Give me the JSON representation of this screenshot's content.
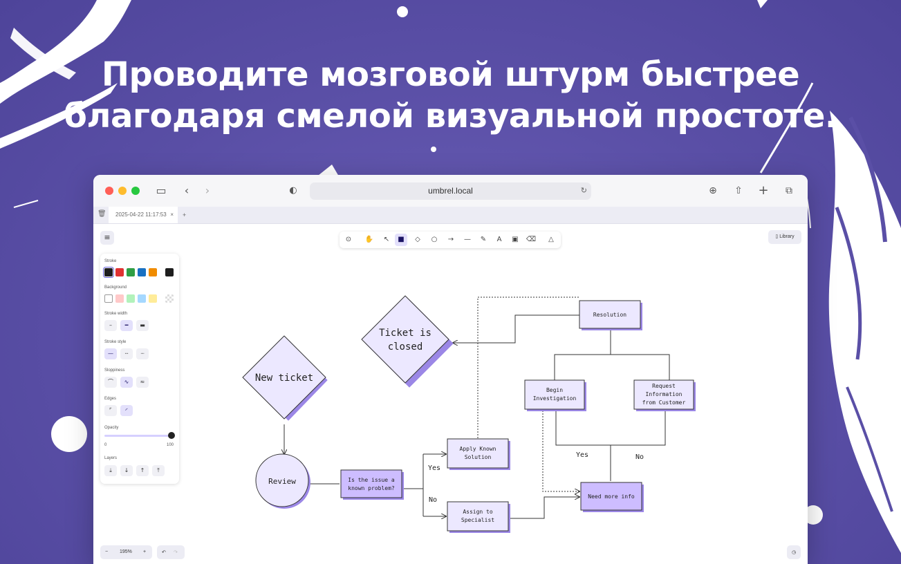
{
  "headline": {
    "line1": "Проводите мозговой штурм быстрее",
    "line2": "благодаря смелой визуальной простоте."
  },
  "browser": {
    "url": "umbrel.local",
    "tab_label": "2025-04-22 11:17:53",
    "new_tab": "+"
  },
  "toolbar": {
    "library_label": "Library"
  },
  "panel": {
    "stroke_label": "Stroke",
    "background_label": "Background",
    "stroke_width_label": "Stroke width",
    "stroke_style_label": "Stroke style",
    "sloppiness_label": "Sloppiness",
    "edges_label": "Edges",
    "opacity_label": "Opacity",
    "opacity_min": "0",
    "opacity_max": "100",
    "layers_label": "Layers",
    "stroke_colors": [
      "#1e1e1e",
      "#e03131",
      "#2f9e44",
      "#1971c2",
      "#f08c00"
    ],
    "stroke_selected": "#1e1e1e",
    "background_colors": [
      "#ffffff",
      "#ffc9c9",
      "#b2f2bb",
      "#a5d8ff",
      "#ffec99"
    ]
  },
  "zoom": {
    "minus": "−",
    "level": "195%",
    "plus": "+"
  },
  "diagram": {
    "new_ticket": "New ticket",
    "review": "Review",
    "known_problem_1": "Is the issue a",
    "known_problem_2": "known problem?",
    "yes": "Yes",
    "no": "No",
    "apply_1": "Apply Known",
    "apply_2": "Solution",
    "assign_1": "Assign to",
    "assign_2": "Specialist",
    "closed_1": "Ticket is",
    "closed_2": "closed",
    "resolution": "Resolution",
    "begin_1": "Begin",
    "begin_2": "Investigation",
    "request_1": "Request",
    "request_2": "Information",
    "request_3": "from Customer",
    "yes2": "Yes",
    "no2": "No",
    "need_info": "Need more info"
  },
  "colors": {
    "accent": "#6965db",
    "node_fill": "#ece8ff",
    "node_shadow": "#9b87e6",
    "rect_fill": "#cdbdff",
    "background": "#5a4fa6"
  }
}
